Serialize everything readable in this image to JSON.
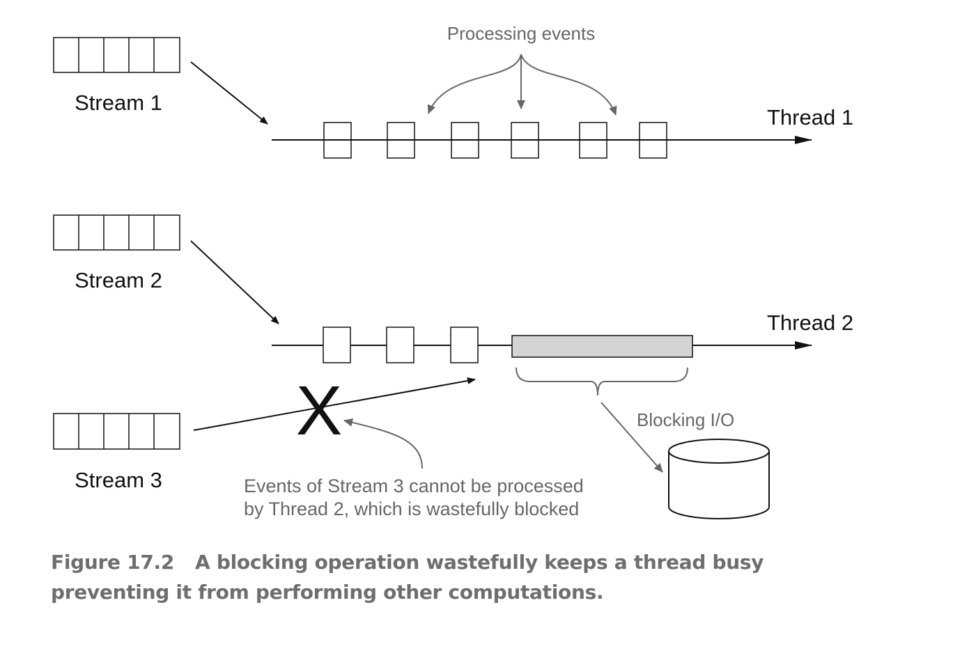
{
  "streams": [
    {
      "label": "Stream 1"
    },
    {
      "label": "Stream 2"
    },
    {
      "label": "Stream 3"
    }
  ],
  "threads": [
    {
      "label": "Thread 1",
      "event_count": 6
    },
    {
      "label": "Thread 2",
      "event_count": 3,
      "blocked": true
    }
  ],
  "annotations": {
    "processing": "Processing events",
    "blocking_io": "Blocking I/O",
    "blocked_line1": "Events of Stream 3 cannot be processed",
    "blocked_line2": "by Thread 2, which is wastefully blocked",
    "x_mark": "X"
  },
  "caption": {
    "number": "Figure 17.2",
    "text": "A blocking operation wastefully keeps a thread busy preventing it from performing other computations."
  },
  "colors": {
    "line": "#111111",
    "annotation": "#666666",
    "blocking_bar": "#d4d4d4",
    "caption": "#6e6e6e"
  }
}
